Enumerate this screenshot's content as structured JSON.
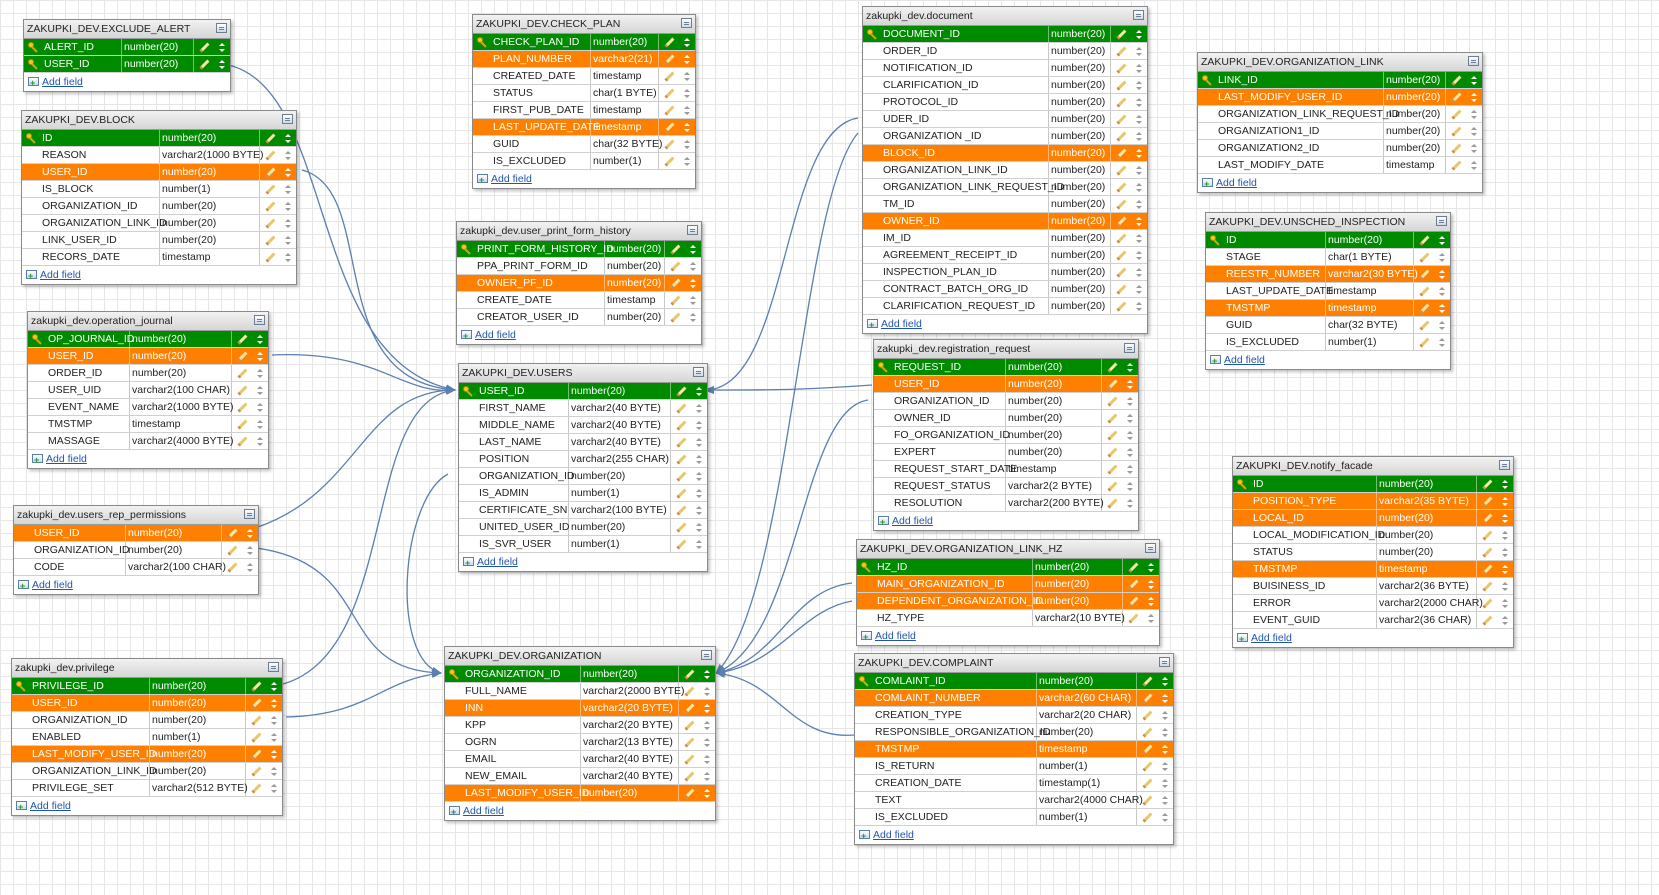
{
  "link_color": "#5b7faf",
  "colors": {
    "primary_key_row": "#008a00",
    "foreign_key_row": "#ff8000"
  },
  "add_field_label": "Add field",
  "tables": [
    {
      "id": "exclude_alert",
      "title": "ZAKUPKI_DEV.EXCLUDE_ALERT",
      "fields": [
        {
          "name": "ALERT_ID",
          "type": "number(20)",
          "role": "pk"
        },
        {
          "name": "USER_ID",
          "type": "number(20)",
          "role": "pk"
        }
      ]
    },
    {
      "id": "block",
      "title": "ZAKUPKI_DEV.BLOCK",
      "fields": [
        {
          "name": "ID",
          "type": "number(20)",
          "role": "pk"
        },
        {
          "name": "REASON",
          "type": "varchar2(1000 BYTE)",
          "role": ""
        },
        {
          "name": "USER_ID",
          "type": "number(20)",
          "role": "fk"
        },
        {
          "name": "IS_BLOCK",
          "type": "number(1)",
          "role": ""
        },
        {
          "name": "ORGANIZATION_ID",
          "type": "number(20)",
          "role": ""
        },
        {
          "name": "ORGANIZATION_LINK_ID",
          "type": "number(20)",
          "role": ""
        },
        {
          "name": "LINK_USER_ID",
          "type": "number(20)",
          "role": ""
        },
        {
          "name": "RECORS_DATE",
          "type": "timestamp",
          "role": ""
        }
      ]
    },
    {
      "id": "operation_journal",
      "title": "zakupki_dev.operation_journal",
      "fields": [
        {
          "name": "OP_JOURNAL_ID",
          "type": "number(20)",
          "role": "pk"
        },
        {
          "name": "USER_ID",
          "type": "number(20)",
          "role": "fk"
        },
        {
          "name": "ORDER_ID",
          "type": "number(20)",
          "role": ""
        },
        {
          "name": "USER_UID",
          "type": "varchar2(100 CHAR)",
          "role": ""
        },
        {
          "name": "EVENT_NAME",
          "type": "varchar2(1000 BYTE)",
          "role": ""
        },
        {
          "name": "TMSTMP",
          "type": "timestamp",
          "role": ""
        },
        {
          "name": "MASSAGE",
          "type": "varchar2(4000 BYTE)",
          "role": ""
        }
      ]
    },
    {
      "id": "users_rep_permissions",
      "title": "zakupki_dev.users_rep_permissions",
      "fields": [
        {
          "name": "USER_ID",
          "type": "number(20)",
          "role": "fk"
        },
        {
          "name": "ORGANIZATION_ID",
          "type": "number(20)",
          "role": ""
        },
        {
          "name": "CODE",
          "type": "varchar2(100 CHAR)",
          "role": ""
        }
      ]
    },
    {
      "id": "privilege",
      "title": "zakupki_dev.privilege",
      "fields": [
        {
          "name": "PRIVILEGE_ID",
          "type": "number(20)",
          "role": "pk"
        },
        {
          "name": "USER_ID",
          "type": "number(20)",
          "role": "fk"
        },
        {
          "name": "ORGANIZATION_ID",
          "type": "number(20)",
          "role": ""
        },
        {
          "name": "ENABLED",
          "type": "number(1)",
          "role": ""
        },
        {
          "name": "LAST_MODIFY_USER_ID",
          "type": "number(20)",
          "role": "fk"
        },
        {
          "name": "ORGANIZATION_LINK_ID",
          "type": "number(20)",
          "role": ""
        },
        {
          "name": "PRIVILEGE_SET",
          "type": "varchar2(512 BYTE)",
          "role": ""
        }
      ]
    },
    {
      "id": "check_plan",
      "title": "ZAKUPKI_DEV.CHECK_PLAN",
      "fields": [
        {
          "name": "CHECK_PLAN_ID",
          "type": "number(20)",
          "role": "pk"
        },
        {
          "name": "PLAN_NUMBER",
          "type": "varchar2(21)",
          "role": "fk"
        },
        {
          "name": "CREATED_DATE",
          "type": "timestamp",
          "role": ""
        },
        {
          "name": "STATUS",
          "type": "char(1 BYTE)",
          "role": ""
        },
        {
          "name": "FIRST_PUB_DATE",
          "type": "timestamp",
          "role": ""
        },
        {
          "name": "LAST_UPDATE_DATE",
          "type": "timestamp",
          "role": "fk"
        },
        {
          "name": "GUID",
          "type": "char(32 BYTE)",
          "role": ""
        },
        {
          "name": "IS_EXCLUDED",
          "type": "number(1)",
          "role": ""
        }
      ]
    },
    {
      "id": "user_print_form_history",
      "title": "zakupki_dev.user_print_form_history",
      "fields": [
        {
          "name": "PRINT_FORM_HISTORY_ID",
          "type": "number(20)",
          "role": "pk"
        },
        {
          "name": "PPA_PRINT_FORM_ID",
          "type": "number(20)",
          "role": ""
        },
        {
          "name": "OWNER_PF_ID",
          "type": "number(20)",
          "role": "fk"
        },
        {
          "name": "CREATE_DATE",
          "type": "timestamp",
          "role": ""
        },
        {
          "name": "CREATOR_USER_ID",
          "type": "number(20)",
          "role": ""
        }
      ]
    },
    {
      "id": "users",
      "title": "ZAKUPKI_DEV.USERS",
      "fields": [
        {
          "name": "USER_ID",
          "type": "number(20)",
          "role": "pk"
        },
        {
          "name": "FIRST_NAME",
          "type": "varchar2(40 BYTE)",
          "role": ""
        },
        {
          "name": "MIDDLE_NAME",
          "type": "varchar2(40 BYTE)",
          "role": ""
        },
        {
          "name": "LAST_NAME",
          "type": "varchar2(40 BYTE)",
          "role": ""
        },
        {
          "name": "POSITION",
          "type": "varchar2(255 CHAR)",
          "role": ""
        },
        {
          "name": "ORGANIZATION_ID",
          "type": "number(20)",
          "role": ""
        },
        {
          "name": "IS_ADMIN",
          "type": "number(1)",
          "role": ""
        },
        {
          "name": "CERTIFICATE_SN",
          "type": "varchar2(100 BYTE)",
          "role": ""
        },
        {
          "name": "UNITED_USER_ID",
          "type": "number(20)",
          "role": ""
        },
        {
          "name": "IS_SVR_USER",
          "type": "number(1)",
          "role": ""
        }
      ]
    },
    {
      "id": "organization",
      "title": "ZAKUPKI_DEV.ORGANIZATION",
      "fields": [
        {
          "name": "ORGANIZATION_ID",
          "type": "number(20)",
          "role": "pk"
        },
        {
          "name": "FULL_NAME",
          "type": "varchar2(2000 BYTE)",
          "role": ""
        },
        {
          "name": "INN",
          "type": "varchar2(20 BYTE)",
          "role": "fk"
        },
        {
          "name": "KPP",
          "type": "varchar2(20 BYTE)",
          "role": ""
        },
        {
          "name": "OGRN",
          "type": "varchar2(13 BYTE)",
          "role": ""
        },
        {
          "name": "EMAIL",
          "type": "varchar2(40 BYTE)",
          "role": ""
        },
        {
          "name": "NEW_EMAIL",
          "type": "varchar2(40 BYTE)",
          "role": ""
        },
        {
          "name": "LAST_MODIFY_USER_ID",
          "type": "number(20)",
          "role": "fk"
        }
      ]
    },
    {
      "id": "document",
      "title": "zakupki_dev.document",
      "fields": [
        {
          "name": "DOCUMENT_ID",
          "type": "number(20)",
          "role": "pk"
        },
        {
          "name": "ORDER_ID",
          "type": "number(20)",
          "role": ""
        },
        {
          "name": "NOTIFICATION_ID",
          "type": "number(20)",
          "role": ""
        },
        {
          "name": "CLARIFICATION_ID",
          "type": "number(20)",
          "role": ""
        },
        {
          "name": "PROTOCOL_ID",
          "type": "number(20)",
          "role": ""
        },
        {
          "name": "UDER_ID",
          "type": "number(20)",
          "role": ""
        },
        {
          "name": "ORGANIZATION _ID",
          "type": "number(20)",
          "role": ""
        },
        {
          "name": "BLOCK_ID",
          "type": "number(20)",
          "role": "fk"
        },
        {
          "name": "ORGANIZATION_LINK_ID",
          "type": "number(20)",
          "role": ""
        },
        {
          "name": "ORGANIZATION_LINK_REQUEST_ID",
          "type": "number(20)",
          "role": ""
        },
        {
          "name": "TM_ID",
          "type": "number(20)",
          "role": ""
        },
        {
          "name": "OWNER_ID",
          "type": "number(20)",
          "role": "fk"
        },
        {
          "name": "IM_ID",
          "type": "number(20)",
          "role": ""
        },
        {
          "name": "AGREEMENT_RECEIPT_ID",
          "type": "number(20)",
          "role": ""
        },
        {
          "name": "INSPECTION_PLAN_ID",
          "type": "number(20)",
          "role": ""
        },
        {
          "name": "CONTRACT_BATCH_ORG_ID",
          "type": "number(20)",
          "role": ""
        },
        {
          "name": "CLARIFICATION_REQUEST_ID",
          "type": "number(20)",
          "role": ""
        }
      ]
    },
    {
      "id": "registration_request",
      "title": "zakupki_dev.registration_request",
      "fields": [
        {
          "name": "REQUEST_ID",
          "type": "number(20)",
          "role": "pk"
        },
        {
          "name": "USER_ID",
          "type": "number(20)",
          "role": "fk"
        },
        {
          "name": "ORGANIZATION_ID",
          "type": "number(20)",
          "role": ""
        },
        {
          "name": "OWNER_ID",
          "type": "number(20)",
          "role": ""
        },
        {
          "name": "FO_ORGANIZATION_ID",
          "type": "number(20)",
          "role": ""
        },
        {
          "name": "EXPERT",
          "type": "number(20)",
          "role": ""
        },
        {
          "name": "REQUEST_START_DATE",
          "type": "timestamp",
          "role": ""
        },
        {
          "name": "REQUEST_STATUS",
          "type": "varchar2(2 BYTE)",
          "role": ""
        },
        {
          "name": "RESOLUTION",
          "type": "varchar2(200 BYTE)",
          "role": ""
        }
      ]
    },
    {
      "id": "organization_link_hz",
      "title": "ZAKUPKI_DEV.ORGANIZATION_LINK_HZ",
      "fields": [
        {
          "name": "HZ_ID",
          "type": "number(20)",
          "role": "pk"
        },
        {
          "name": "MAIN_ORGANIZATION_ID",
          "type": "number(20)",
          "role": "fk"
        },
        {
          "name": "DEPENDENT_ORGANIZATION_ID",
          "type": "number(20)",
          "role": "fk"
        },
        {
          "name": "HZ_TYPE",
          "type": "varchar2(10 BYTE)",
          "role": ""
        }
      ]
    },
    {
      "id": "complaint",
      "title": "ZAKUPKI_DEV.COMPLAINT",
      "fields": [
        {
          "name": "COMLAINT_ID",
          "type": "number(20)",
          "role": "pk"
        },
        {
          "name": "COMLAINT_NUMBER",
          "type": "varchar2(60 CHAR)",
          "role": "fk"
        },
        {
          "name": "CREATION_TYPE",
          "type": "varchar2(20 CHAR)",
          "role": ""
        },
        {
          "name": "RESPONSIBLE_ORGANIZATION_ID",
          "type": "number(20)",
          "role": ""
        },
        {
          "name": "TMSTMP",
          "type": "timestamp",
          "role": "fk"
        },
        {
          "name": "IS_RETURN",
          "type": "number(1)",
          "role": ""
        },
        {
          "name": "CREATION_DATE",
          "type": "timestamp(1)",
          "role": ""
        },
        {
          "name": "TEXT",
          "type": "varchar2(4000 CHAR)",
          "role": ""
        },
        {
          "name": "IS_EXCLUDED",
          "type": "number(1)",
          "role": ""
        }
      ]
    },
    {
      "id": "organization_link",
      "title": "ZAKUPKI_DEV.ORGANIZATION_LINK",
      "fields": [
        {
          "name": "LINK_ID",
          "type": "number(20)",
          "role": "pk"
        },
        {
          "name": "LAST_MODIFY_USER_ID",
          "type": "number(20)",
          "role": "fk"
        },
        {
          "name": "ORGANIZATION_LINK_REQUEST_ID",
          "type": "number(20)",
          "role": ""
        },
        {
          "name": "ORGANIZATION1_ID",
          "type": "number(20)",
          "role": ""
        },
        {
          "name": "ORGANIZATION2_ID",
          "type": "number(20)",
          "role": ""
        },
        {
          "name": "LAST_MODIFY_DATE",
          "type": "timestamp",
          "role": ""
        }
      ]
    },
    {
      "id": "unsched_inspection",
      "title": "ZAKUPKI_DEV.UNSCHED_INSPECTION",
      "fields": [
        {
          "name": "ID",
          "type": "number(20)",
          "role": "pk"
        },
        {
          "name": "STAGE",
          "type": "char(1 BYTE)",
          "role": ""
        },
        {
          "name": "REESTR_NUMBER",
          "type": "varchar2(30 BYTE)",
          "role": "fk"
        },
        {
          "name": "LAST_UPDATE_DATE",
          "type": "timestamp",
          "role": ""
        },
        {
          "name": "TMSTMP",
          "type": "timestamp",
          "role": "fk"
        },
        {
          "name": "GUID",
          "type": "char(32 BYTE)",
          "role": ""
        },
        {
          "name": "IS_EXCLUDED",
          "type": "number(1)",
          "role": ""
        }
      ]
    },
    {
      "id": "notify_facade",
      "title": "ZAKUPKI_DEV.notify_facade",
      "fields": [
        {
          "name": "ID",
          "type": "number(20)",
          "role": "pk"
        },
        {
          "name": "POSITION_TYPE",
          "type": "varchar2(35 BYTE)",
          "role": "fk"
        },
        {
          "name": "LOCAL_ID",
          "type": "number(20)",
          "role": "fk"
        },
        {
          "name": "LOCAL_MODIFICATION_ID",
          "type": "number(20)",
          "role": ""
        },
        {
          "name": "STATUS",
          "type": "number(20)",
          "role": ""
        },
        {
          "name": "TMSTMP",
          "type": "timestamp",
          "role": "fk"
        },
        {
          "name": "BUISINESS_ID",
          "type": "varchar2(36 BYTE)",
          "role": ""
        },
        {
          "name": "ERROR",
          "type": "varchar2(2000 CHAR)",
          "role": ""
        },
        {
          "name": "EVENT_GUID",
          "type": "varchar2(36 CHAR)",
          "role": ""
        }
      ]
    }
  ],
  "links": [
    {
      "from": "exclude_alert",
      "to": "users"
    },
    {
      "from": "block",
      "to": "users"
    },
    {
      "from": "operation_journal",
      "to": "users"
    },
    {
      "from": "users_rep_permissions",
      "to": "users"
    },
    {
      "from": "privilege",
      "to": "users"
    },
    {
      "from": "users_rep_permissions",
      "to": "organization"
    },
    {
      "from": "privilege",
      "to": "organization"
    },
    {
      "from": "users",
      "to": "organization"
    },
    {
      "from": "document",
      "to": "users"
    },
    {
      "from": "document",
      "to": "organization"
    },
    {
      "from": "registration_request",
      "to": "users"
    },
    {
      "from": "registration_request",
      "to": "organization"
    },
    {
      "from": "organization_link_hz",
      "to": "organization"
    },
    {
      "from": "complaint",
      "to": "organization"
    }
  ]
}
